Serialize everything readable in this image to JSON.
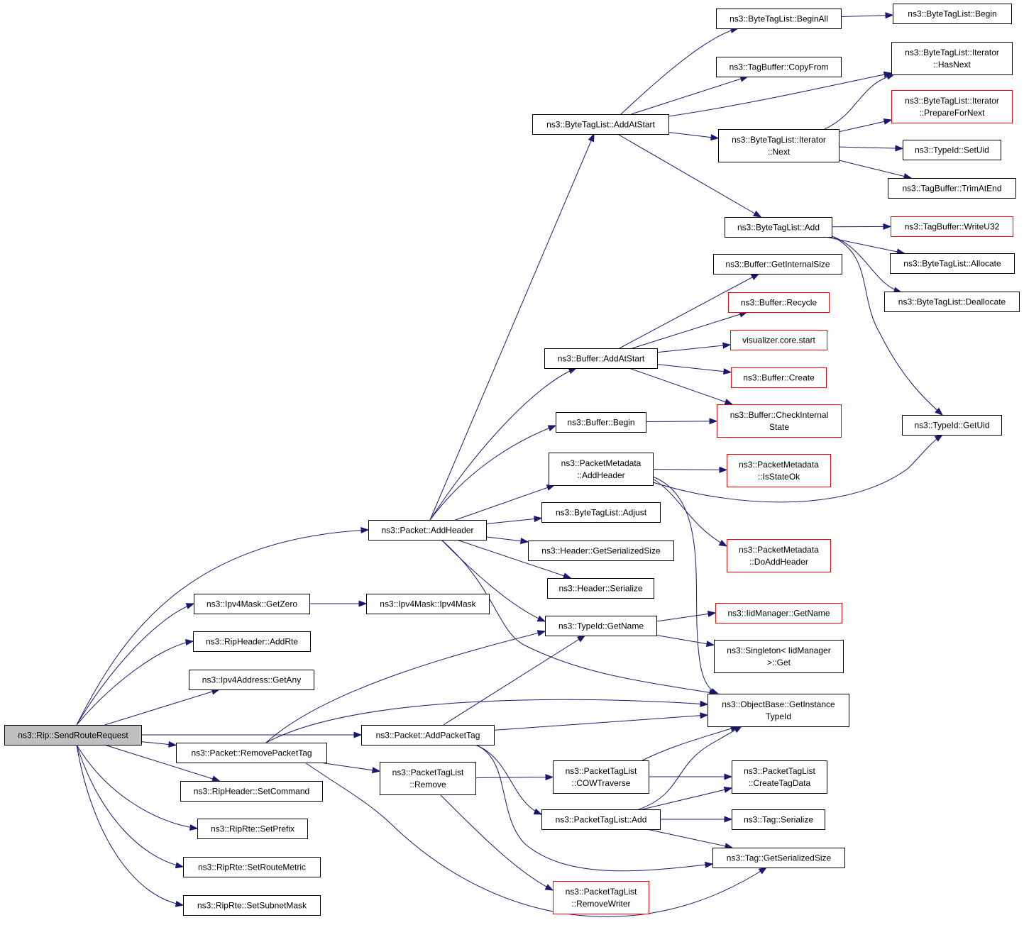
{
  "colors": {
    "edge": "#191970",
    "root_fill": "#bfbfbf",
    "node_border": "#000000",
    "truncated_border": "#ff0000",
    "background": "#ffffff"
  },
  "nodes": [
    {
      "id": "sendroute",
      "lines": [
        "ns3::Rip::SendRouteRequest"
      ],
      "style": "root"
    },
    {
      "id": "addheader",
      "lines": [
        "ns3::Packet::AddHeader"
      ]
    },
    {
      "id": "getzero",
      "lines": [
        "ns3::Ipv4Mask::GetZero"
      ]
    },
    {
      "id": "ipv4mask",
      "lines": [
        "ns3::Ipv4Mask::Ipv4Mask"
      ]
    },
    {
      "id": "addrte",
      "lines": [
        "ns3::RipHeader::AddRte"
      ]
    },
    {
      "id": "getany",
      "lines": [
        "ns3::Ipv4Address::GetAny"
      ]
    },
    {
      "id": "addpackettag",
      "lines": [
        "ns3::Packet::AddPacketTag"
      ]
    },
    {
      "id": "removepackettag",
      "lines": [
        "ns3::Packet::RemovePacketTag"
      ]
    },
    {
      "id": "setcommand",
      "lines": [
        "ns3::RipHeader::SetCommand"
      ]
    },
    {
      "id": "setprefix",
      "lines": [
        "ns3::RipRte::SetPrefix"
      ]
    },
    {
      "id": "setroutemetric",
      "lines": [
        "ns3::RipRte::SetRouteMetric"
      ]
    },
    {
      "id": "setsubnetmask",
      "lines": [
        "ns3::RipRte::SetSubnetMask"
      ]
    },
    {
      "id": "btl_addatstart",
      "lines": [
        "ns3::ByteTagList::AddAtStart"
      ]
    },
    {
      "id": "buf_addatstart",
      "lines": [
        "ns3::Buffer::AddAtStart"
      ]
    },
    {
      "id": "buf_begin",
      "lines": [
        "ns3::Buffer::Begin"
      ]
    },
    {
      "id": "pm_addheader",
      "lines": [
        "ns3::PacketMetadata",
        "::AddHeader"
      ]
    },
    {
      "id": "btl_adjust",
      "lines": [
        "ns3::ByteTagList::Adjust"
      ]
    },
    {
      "id": "hdr_getser",
      "lines": [
        "ns3::Header::GetSerializedSize"
      ]
    },
    {
      "id": "hdr_ser",
      "lines": [
        "ns3::Header::Serialize"
      ]
    },
    {
      "id": "tid_getname",
      "lines": [
        "ns3::TypeId::GetName"
      ]
    },
    {
      "id": "btl_beginall",
      "lines": [
        "ns3::ByteTagList::BeginAll"
      ]
    },
    {
      "id": "tb_copyfrom",
      "lines": [
        "ns3::TagBuffer::CopyFrom"
      ]
    },
    {
      "id": "btli_next",
      "lines": [
        "ns3::ByteTagList::Iterator",
        "::Next"
      ]
    },
    {
      "id": "btl_add",
      "lines": [
        "ns3::ByteTagList::Add"
      ]
    },
    {
      "id": "buf_getinternal",
      "lines": [
        "ns3::Buffer::GetInternalSize"
      ]
    },
    {
      "id": "buf_recycle",
      "lines": [
        "ns3::Buffer::Recycle"
      ],
      "style": "red"
    },
    {
      "id": "viz_start",
      "lines": [
        "visualizer.core.start"
      ],
      "style": "red"
    },
    {
      "id": "buf_create",
      "lines": [
        "ns3::Buffer::Create"
      ],
      "style": "red"
    },
    {
      "id": "buf_checkinternal",
      "lines": [
        "ns3::Buffer::CheckInternal",
        "State"
      ],
      "style": "red"
    },
    {
      "id": "pm_isstateok",
      "lines": [
        "ns3::PacketMetadata",
        "::IsStateOk"
      ],
      "style": "red"
    },
    {
      "id": "pm_doaddheader",
      "lines": [
        "ns3::PacketMetadata",
        "::DoAddHeader"
      ],
      "style": "red"
    },
    {
      "id": "iid_getname",
      "lines": [
        "ns3::IidManager::GetName"
      ],
      "style": "red"
    },
    {
      "id": "singleton_get",
      "lines": [
        "ns3::Singleton< IidManager",
        ">::Get"
      ]
    },
    {
      "id": "ob_getinstance",
      "lines": [
        "ns3::ObjectBase::GetInstance",
        "TypeId"
      ]
    },
    {
      "id": "btl_begin",
      "lines": [
        "ns3::ByteTagList::Begin"
      ]
    },
    {
      "id": "btli_hasnext",
      "lines": [
        "ns3::ByteTagList::Iterator",
        "::HasNext"
      ]
    },
    {
      "id": "btli_prepare",
      "lines": [
        "ns3::ByteTagList::Iterator",
        "::PrepareForNext"
      ],
      "style": "red"
    },
    {
      "id": "tid_setuid",
      "lines": [
        "ns3::TypeId::SetUid"
      ]
    },
    {
      "id": "tb_trimatend",
      "lines": [
        "ns3::TagBuffer::TrimAtEnd"
      ]
    },
    {
      "id": "tb_writeu32",
      "lines": [
        "ns3::TagBuffer::WriteU32"
      ],
      "style": "red"
    },
    {
      "id": "btl_allocate",
      "lines": [
        "ns3::ByteTagList::Allocate"
      ]
    },
    {
      "id": "btl_deallocate",
      "lines": [
        "ns3::ByteTagList::Deallocate"
      ]
    },
    {
      "id": "tid_getuid",
      "lines": [
        "ns3::TypeId::GetUid"
      ]
    },
    {
      "id": "ptl_remove",
      "lines": [
        "ns3::PacketTagList",
        "::Remove"
      ]
    },
    {
      "id": "ptl_cowtraverse",
      "lines": [
        "ns3::PacketTagList",
        "::COWTraverse"
      ]
    },
    {
      "id": "ptl_add",
      "lines": [
        "ns3::PacketTagList::Add"
      ]
    },
    {
      "id": "ptl_createtagdata",
      "lines": [
        "ns3::PacketTagList",
        "::CreateTagData"
      ]
    },
    {
      "id": "tag_serialize",
      "lines": [
        "ns3::Tag::Serialize"
      ]
    },
    {
      "id": "tag_getser",
      "lines": [
        "ns3::Tag::GetSerializedSize"
      ]
    },
    {
      "id": "ptl_removewriter",
      "lines": [
        "ns3::PacketTagList",
        "::RemoveWriter"
      ],
      "style": "red"
    }
  ],
  "edges": [
    [
      "sendroute",
      "addheader"
    ],
    [
      "sendroute",
      "getzero"
    ],
    [
      "sendroute",
      "addrte"
    ],
    [
      "sendroute",
      "getany"
    ],
    [
      "sendroute",
      "addpackettag"
    ],
    [
      "sendroute",
      "removepackettag"
    ],
    [
      "sendroute",
      "setcommand"
    ],
    [
      "sendroute",
      "setprefix"
    ],
    [
      "sendroute",
      "setroutemetric"
    ],
    [
      "sendroute",
      "setsubnetmask"
    ],
    [
      "getzero",
      "ipv4mask"
    ],
    [
      "addheader",
      "btl_addatstart"
    ],
    [
      "addheader",
      "buf_addatstart"
    ],
    [
      "addheader",
      "buf_begin"
    ],
    [
      "addheader",
      "pm_addheader"
    ],
    [
      "addheader",
      "btl_adjust"
    ],
    [
      "addheader",
      "hdr_getser"
    ],
    [
      "addheader",
      "hdr_ser"
    ],
    [
      "addheader",
      "tid_getname"
    ],
    [
      "addheader",
      "ob_getinstance"
    ],
    [
      "btl_addatstart",
      "btl_beginall"
    ],
    [
      "btl_addatstart",
      "tb_copyfrom"
    ],
    [
      "btl_addatstart",
      "btli_hasnext"
    ],
    [
      "btl_addatstart",
      "btli_next"
    ],
    [
      "btl_addatstart",
      "btl_add"
    ],
    [
      "btl_beginall",
      "btl_begin"
    ],
    [
      "btli_next",
      "btli_hasnext"
    ],
    [
      "btli_next",
      "btli_prepare"
    ],
    [
      "btli_next",
      "tid_setuid"
    ],
    [
      "btli_next",
      "tb_trimatend"
    ],
    [
      "btl_add",
      "tb_writeu32"
    ],
    [
      "btl_add",
      "btl_allocate"
    ],
    [
      "btl_add",
      "btl_deallocate"
    ],
    [
      "btl_add",
      "tid_getuid"
    ],
    [
      "buf_addatstart",
      "buf_getinternal"
    ],
    [
      "buf_addatstart",
      "buf_recycle"
    ],
    [
      "buf_addatstart",
      "viz_start"
    ],
    [
      "buf_addatstart",
      "buf_create"
    ],
    [
      "buf_addatstart",
      "buf_checkinternal"
    ],
    [
      "buf_begin",
      "buf_checkinternal"
    ],
    [
      "pm_addheader",
      "pm_isstateok"
    ],
    [
      "pm_addheader",
      "tid_getuid"
    ],
    [
      "pm_addheader",
      "pm_doaddheader"
    ],
    [
      "pm_addheader",
      "ob_getinstance"
    ],
    [
      "tid_getname",
      "iid_getname"
    ],
    [
      "tid_getname",
      "singleton_get"
    ],
    [
      "addpackettag",
      "ob_getinstance"
    ],
    [
      "addpackettag",
      "tid_getname"
    ],
    [
      "addpackettag",
      "ptl_add"
    ],
    [
      "addpackettag",
      "tag_getser"
    ],
    [
      "removepackettag",
      "tid_getname"
    ],
    [
      "removepackettag",
      "ob_getinstance"
    ],
    [
      "removepackettag",
      "ptl_remove"
    ],
    [
      "removepackettag",
      "tag_getser"
    ],
    [
      "ptl_remove",
      "ptl_cowtraverse"
    ],
    [
      "ptl_remove",
      "ptl_removewriter"
    ],
    [
      "ptl_cowtraverse",
      "ob_getinstance"
    ],
    [
      "ptl_cowtraverse",
      "ptl_createtagdata"
    ],
    [
      "ptl_add",
      "ob_getinstance"
    ],
    [
      "ptl_add",
      "ptl_createtagdata"
    ],
    [
      "ptl_add",
      "tag_serialize"
    ],
    [
      "ptl_add",
      "tag_getser"
    ]
  ]
}
